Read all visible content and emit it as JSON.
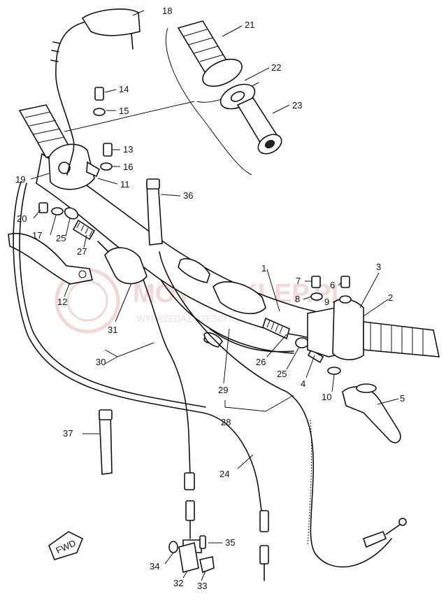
{
  "watermark": {
    "brand": "MOTO-SKLEP.PL",
    "subtitle": "WYPRZEDAZ CZESCI MOTOCYKLOWYCH YAMAHA",
    "color": "#e07070"
  },
  "fwd_badge": "FWD",
  "labels": {
    "p1": "1",
    "p2": "2",
    "p3": "3",
    "p4": "4",
    "p5": "5",
    "p6": "6",
    "p7": "7",
    "p8": "8",
    "p9": "9",
    "p10": "10",
    "p11": "11",
    "p12": "12",
    "p13": "13",
    "p14": "14",
    "p15": "15",
    "p16": "16",
    "p17": "17",
    "p18": "18",
    "p19": "19",
    "p20": "20",
    "p21": "21",
    "p22": "22",
    "p23": "23",
    "p24": "24",
    "p25a": "25",
    "p25b": "25",
    "p26": "26",
    "p27": "27",
    "p28": "28",
    "p29": "29",
    "p30": "30",
    "p31": "31",
    "p32": "32",
    "p33": "33",
    "p34": "34",
    "p35": "35",
    "p36": "36",
    "p37": "37"
  }
}
